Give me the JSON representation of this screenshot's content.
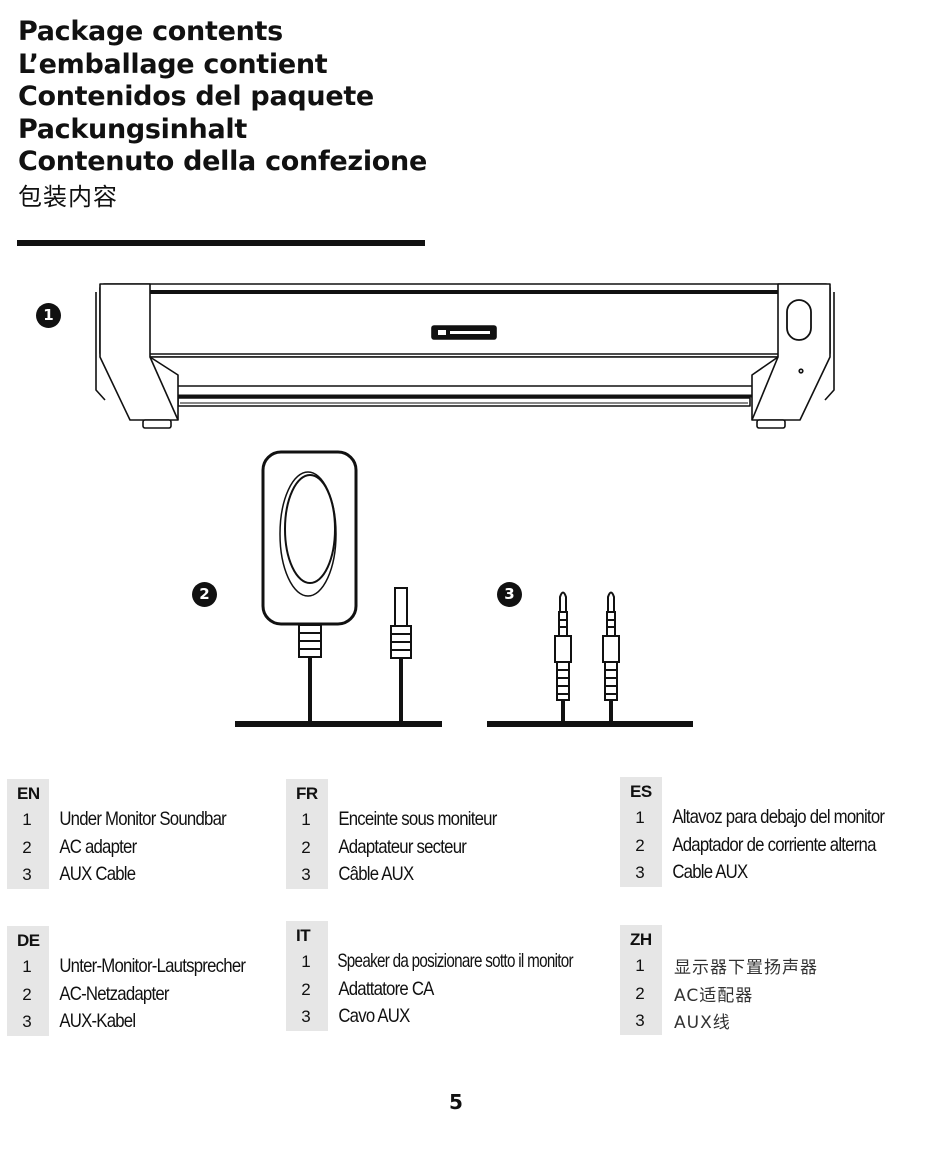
{
  "header": {
    "titles": [
      "Package contents",
      "L’emballage contient",
      "Contenidos del paquete",
      "Packungsinhalt",
      "Contenuto della confezione",
      "包装内容"
    ]
  },
  "markers": [
    "1",
    "2",
    "3"
  ],
  "contents": [
    {
      "lang": "EN",
      "items": [
        {
          "num": "1",
          "label": "Under Monitor Soundbar"
        },
        {
          "num": "2",
          "label": "AC adapter"
        },
        {
          "num": "3",
          "label": "AUX Cable"
        }
      ]
    },
    {
      "lang": "FR",
      "items": [
        {
          "num": "1",
          "label": "Enceinte sous moniteur"
        },
        {
          "num": "2",
          "label": "Adaptateur secteur"
        },
        {
          "num": "3",
          "label": "Câble AUX"
        }
      ]
    },
    {
      "lang": "ES",
      "items": [
        {
          "num": "1",
          "label": "Altavoz para debajo del monitor"
        },
        {
          "num": "2",
          "label": "Adaptador de corriente alterna"
        },
        {
          "num": "3",
          "label": "Cable AUX"
        }
      ]
    },
    {
      "lang": "DE",
      "items": [
        {
          "num": "1",
          "label": "Unter-Monitor-Lautsprecher"
        },
        {
          "num": "2",
          "label": "AC-Netzadapter"
        },
        {
          "num": "3",
          "label": "AUX-Kabel"
        }
      ]
    },
    {
      "lang": "IT",
      "items": [
        {
          "num": "1",
          "label": "Speaker da posizionare sotto il monitor"
        },
        {
          "num": "2",
          "label": "Adattatore CA"
        },
        {
          "num": "3",
          "label": "Cavo AUX"
        }
      ]
    },
    {
      "lang": "ZH",
      "items": [
        {
          "num": "1",
          "label": "显示器下置扬声器"
        },
        {
          "num": "2",
          "label": "AC适配器"
        },
        {
          "num": "3",
          "label": "AUX线"
        }
      ]
    }
  ],
  "page_number": "5"
}
